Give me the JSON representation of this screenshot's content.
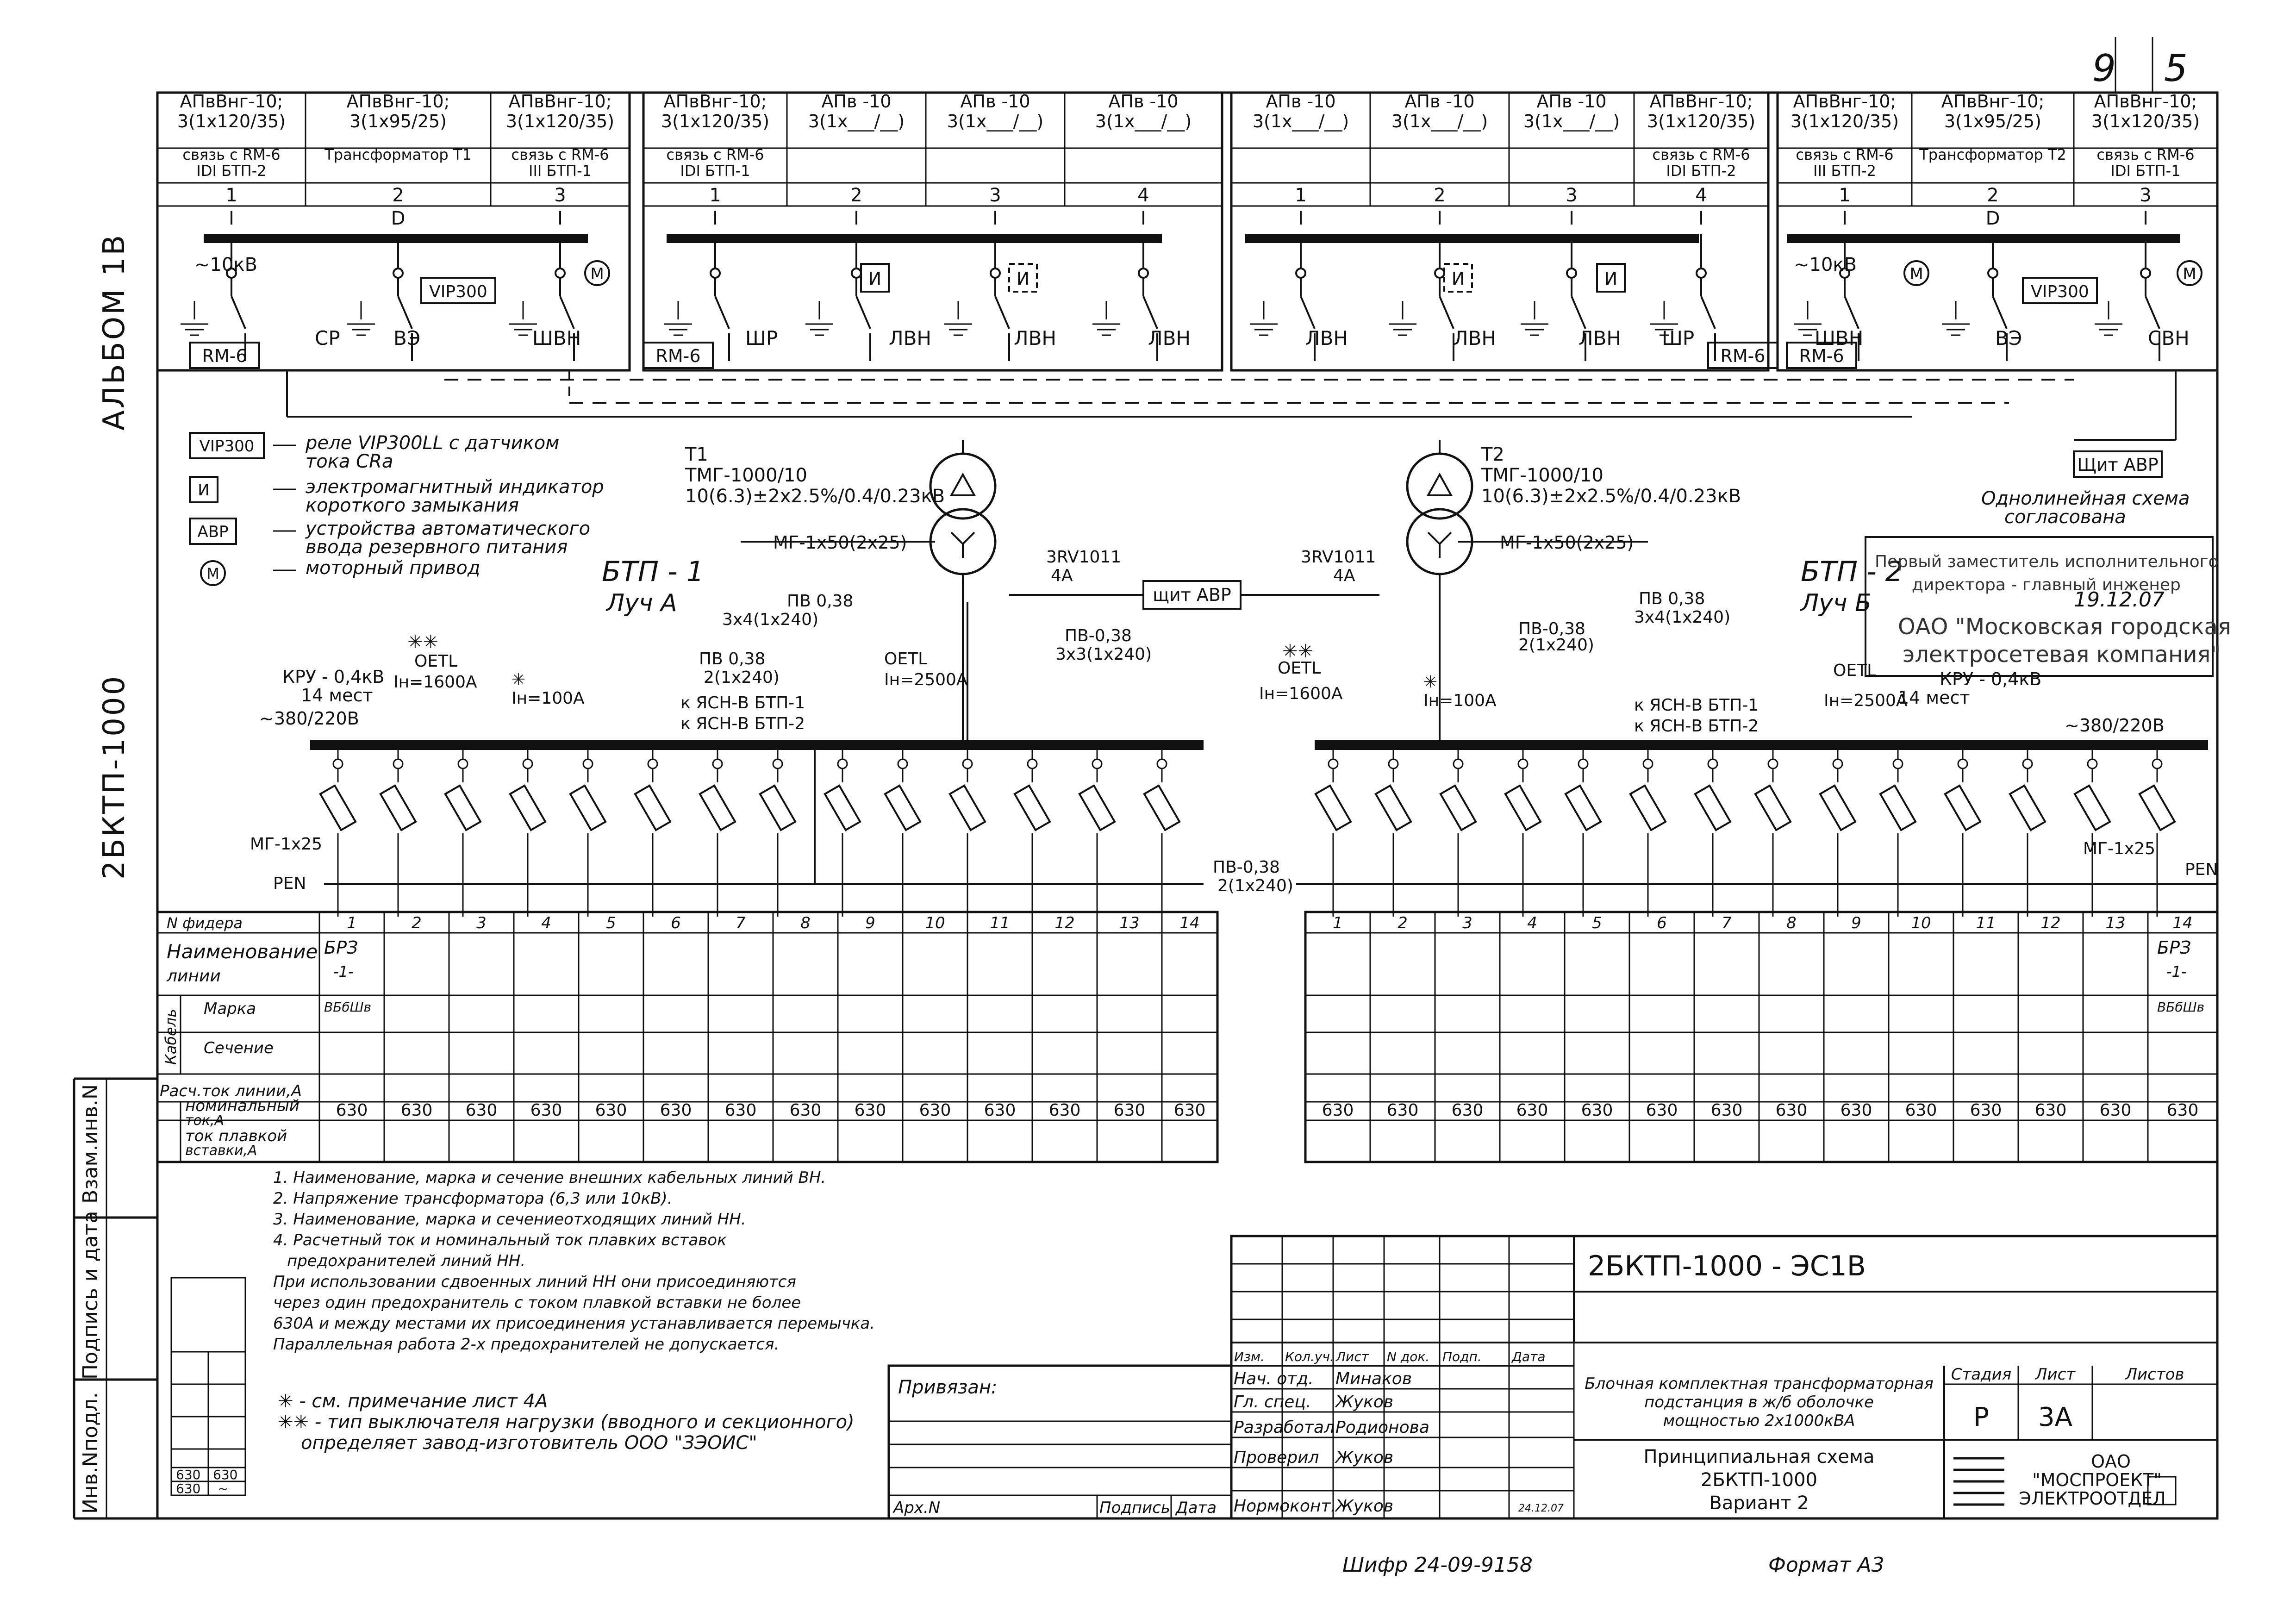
{
  "corner_marks": {
    "page_a": "9",
    "page_b": "5"
  },
  "side_labels": {
    "album": "АЛЬБОМ 1В",
    "project": "2БКТП-1000",
    "inv_no": "Инв.Nподл.",
    "sign_date": "Подпись и дата",
    "replace_inv": "Взам.инв.N"
  },
  "hv_cells": [
    {
      "cable": "АПвВнг-10;",
      "size": "3(1x120/35)",
      "link": "связь с RM-6",
      "link2": "IDI БТП-2",
      "no": "1",
      "kind": "I"
    },
    {
      "cable": "АПвВнг-10;",
      "size": "3(1x95/25)",
      "link": "Трансформатор Т1",
      "link2": "",
      "no": "2",
      "kind": "D"
    },
    {
      "cable": "АПвВнг-10;",
      "size": "3(1x120/35)",
      "link": "связь с RM-6",
      "link2": "III БТП-1",
      "no": "3",
      "kind": "I"
    },
    {
      "cable": "АПвВнг-10;",
      "size": "3(1x120/35)",
      "link": "связь с RM-6",
      "link2": "IDI БТП-1",
      "no": "1",
      "kind": "I"
    },
    {
      "cable": "АПв -10",
      "size": "3(1x___/__)",
      "link": "",
      "link2": "",
      "no": "2",
      "kind": "I"
    },
    {
      "cable": "АПв -10",
      "size": "3(1x___/__)",
      "link": "",
      "link2": "",
      "no": "3",
      "kind": "I"
    },
    {
      "cable": "АПв -10",
      "size": "3(1x___/__)",
      "link": "",
      "link2": "",
      "no": "4",
      "kind": "I"
    },
    {
      "cable": "АПв -10",
      "size": "3(1x___/__)",
      "link": "",
      "link2": "",
      "no": "1",
      "kind": "I"
    },
    {
      "cable": "АПв -10",
      "size": "3(1x___/__)",
      "link": "",
      "link2": "",
      "no": "2",
      "kind": "I"
    },
    {
      "cable": "АПв -10",
      "size": "3(1x___/__)",
      "link": "",
      "link2": "",
      "no": "3",
      "kind": "I"
    },
    {
      "cable": "АПвВнг-10;",
      "size": "3(1x120/35)",
      "link": "связь с RM-6",
      "link2": "IDI БТП-2",
      "no": "4",
      "kind": "I"
    },
    {
      "cable": "АПвВнг-10;",
      "size": "3(1x120/35)",
      "link": "связь с RM-6",
      "link2": "III БТП-2",
      "no": "1",
      "kind": "I"
    },
    {
      "cable": "АПвВнг-10;",
      "size": "3(1x95/25)",
      "link": "Трансформатор Т2",
      "link2": "",
      "no": "2",
      "kind": "D"
    },
    {
      "cable": "АПвВнг-10;",
      "size": "3(1x120/35)",
      "link": "связь с RM-6",
      "link2": "IDI БТП-1",
      "no": "3",
      "kind": "I"
    }
  ],
  "hv_labels": {
    "voltage_left": "~10кВ",
    "voltage_right": "~10кВ",
    "rm6": "RM-6",
    "vip": "VIP300",
    "cell_names": [
      "СР",
      "ВЭ",
      "ШВН",
      "ШР",
      "ЛВН",
      "ЛВН",
      "ЛВН",
      "ЛВН",
      "ЛВН",
      "ЛВН",
      "ШР",
      "ШВН",
      "ВЭ",
      "СВН"
    ],
    "ind": "И",
    "motor": "M"
  },
  "legend": [
    {
      "sym": "VIP300",
      "text": "реле VIP300LL с датчиком",
      "text2": "тока CRa"
    },
    {
      "sym": "И",
      "text": "электромагнитный индикатор",
      "text2": "короткого замыкания"
    },
    {
      "sym": "АВР",
      "text": "устройства автоматического",
      "text2": "ввода резервного питания"
    },
    {
      "sym": "M",
      "text": "моторный привод",
      "text2": ""
    }
  ],
  "transformers": [
    {
      "name": "T1",
      "model": "ТМГ-1000/10",
      "ratio": "10(6.3)±2x2.5%/0.4/0.23кВ"
    },
    {
      "name": "T2",
      "model": "ТМГ-1000/10",
      "ratio": "10(6.3)±2x2.5%/0.4/0.23кВ"
    }
  ],
  "lv": {
    "btp1": "БТП - 1",
    "luch_a": "Луч А",
    "btp2": "БТП - 2",
    "luch_b": "Луч Б",
    "mg_cable": "МГ-1x50(2x25)",
    "rv": "3RV1011",
    "rv_a": "4А",
    "avr_box": "щит АВР",
    "avr_box_right": "Щит АВР",
    "pv1": "ПВ 0,38",
    "pv1b": "3x4(1x240)",
    "pv2": "ПВ 0,38",
    "pv2b": "2(1x240)",
    "pv3": "ПВ-0,38",
    "pv3b": "3x3(1x240)",
    "pv4": "ПВ-0,38",
    "pv4b": "2(1x240)",
    "oetl": "OETL",
    "in1600": "Iн=1600А",
    "in100": "Iн=100А",
    "in2500": "Iн=2500А",
    "kru": "КРУ - 0,4кВ",
    "places": "14 мест",
    "volt": "~380/220В",
    "ysn1": "к ЯСН-В БТП-1",
    "ysn2": "к ЯСН-В БТП-2",
    "mg25": "МГ-1x25",
    "pen": "PEN",
    "stars": "✳✳",
    "star": "✳"
  },
  "feeder_table": {
    "h_fider": "N фидера",
    "h_name": "Наименование",
    "h_name2": "линии",
    "h_cable": "Кабель",
    "h_mark": "Марка",
    "h_sec": "Сечение",
    "h_calc": "Расч.ток линии,А",
    "h_nom": "номинальный",
    "h_nom2": "ток,А",
    "h_fuse": "ток плавкой",
    "h_fuse2": "вставки,А",
    "numbers": [
      "1",
      "2",
      "3",
      "4",
      "5",
      "6",
      "7",
      "8",
      "9",
      "10",
      "11",
      "12",
      "13",
      "14"
    ],
    "nominal": [
      "630",
      "630",
      "630",
      "630",
      "630",
      "630",
      "630",
      "630",
      "630",
      "630",
      "630",
      "630",
      "630",
      "630"
    ],
    "brp": "БРЗ",
    "brp2": "-1-",
    "vb": "ВБбШв"
  },
  "notes": [
    "1. Наименование, марка и сечение внешних кабельных линий ВН.",
    "2. Напряжение трансформатора (6,3 или 10кВ).",
    "3. Наименование, марка и сечениеотходящих линий НН.",
    "4. Расчетный ток и номинальный ток плавких вставок",
    "предохранителей линий НН.",
    "При использовании сдвоенных линий НН они присоединяются",
    "через один предохранитель с током плавкой вставки не более",
    "630А и между местами их присоединения устанавливается перемычка.",
    "Параллельная работа 2-х предохранителей не допускается."
  ],
  "footnotes": {
    "f1": "✳  - см. примечание лист 4А",
    "f2": "✳✳ - тип выключателя нагрузки (вводного и секционного)",
    "f3": "определяет завод-изготовитель ООО \"ЗЭОИС\""
  },
  "fuse_mini": {
    "a": "630",
    "b": "630",
    "c": "630",
    "d": "~"
  },
  "approval": {
    "line1": "Однолинейная схема",
    "line2": "согласована",
    "stamp1": "Первый заместитель исполнительного",
    "stamp2": "директора - главный инженер",
    "stamp3": "ОАО \"Московская городская",
    "stamp4": "электросетевая компания\"",
    "date": "19.12.07"
  },
  "title_block": {
    "code": "2БКТП-1000 - ЭС1В",
    "privyazan": "Привязан:",
    "arch": "Арх.N",
    "podpis": "Подпись",
    "data": "Дата",
    "headers": [
      "Изм.",
      "Кол.уч.",
      "Лист",
      "N док.",
      "Подп.",
      "Дата"
    ],
    "roles": [
      {
        "role": "Нач. отд.",
        "name": "Минаков"
      },
      {
        "role": "Гл. спец.",
        "name": "Жуков"
      },
      {
        "role": "Разработал",
        "name": "Родионова"
      },
      {
        "role": "Проверил",
        "name": "Жуков"
      },
      {
        "role": "Нормоконт.",
        "name": "Жуков"
      }
    ],
    "desc1": "Блочная комплектная трансформаторная",
    "desc2": "подстанция в ж/б оболочке",
    "desc3": "мощностью 2х1000кВА",
    "stage_h": "Стадия",
    "sheet_h": "Лист",
    "sheets_h": "Листов",
    "stage": "Р",
    "sheet": "3А",
    "scheme1": "Принципиальная схема",
    "scheme2": "2БКТП-1000",
    "scheme3": "Вариант 2",
    "org1": "ОАО",
    "org2": "\"МОСПРОЕКТ\"",
    "org3": "ЭЛЕКТРООТДЕЛ",
    "date_small": "24.12.07"
  },
  "bottom": {
    "cipher": "Шифр 24-09-9158",
    "format": "Формат А3"
  }
}
